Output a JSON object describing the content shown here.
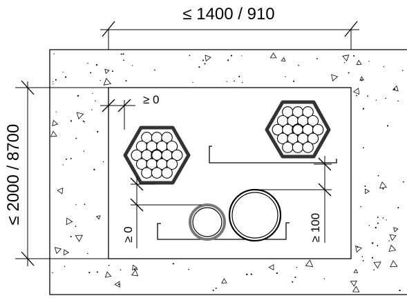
{
  "dimensions": {
    "width_label": "≤ 1400 / 910",
    "height_label": "≤ 2000 / 8700",
    "gap_top_label": "≥ 0",
    "gap_left_label": "≥ 0",
    "gap_right_label": "≥ 100"
  },
  "colors": {
    "line": "#000000",
    "bundle_outline": "#333333",
    "small_pipe_ring": "#777777",
    "background": "#ffffff"
  }
}
